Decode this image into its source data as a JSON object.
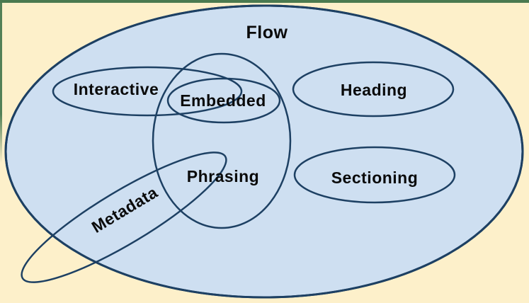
{
  "diagram": {
    "title": "Flow",
    "categories": {
      "flow": "Flow",
      "interactive": "Interactive",
      "embedded": "Embedded",
      "heading": "Heading",
      "phrasing": "Phrasing",
      "sectioning": "Sectioning",
      "metadata": "Metadata"
    }
  },
  "colors": {
    "page_background": "#FDF0CA",
    "flow_fill": "#CEDFF1",
    "ellipse_stroke": "#1D4063",
    "label_text": "#0A0A0A",
    "frame_green": "#4A7A50"
  }
}
